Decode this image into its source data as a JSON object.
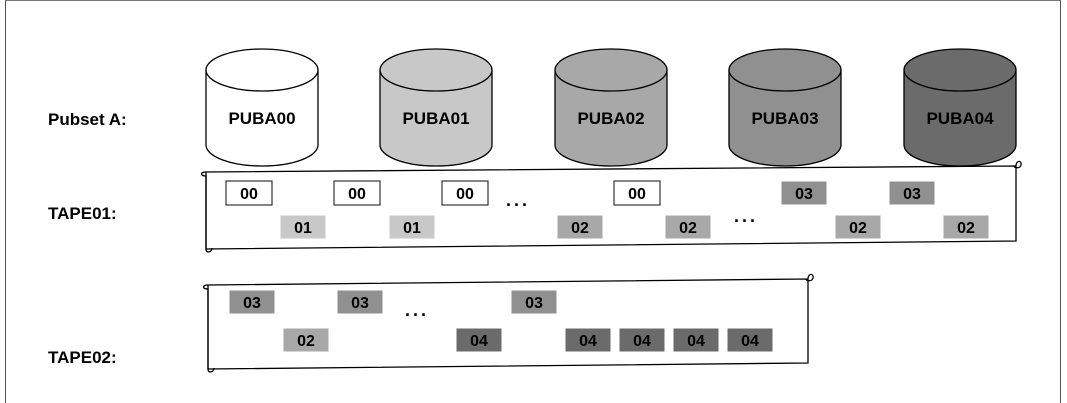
{
  "rows": {
    "pubset_label": "Pubset A:",
    "tape1_label": "TAPE01:",
    "tape2_label": "TAPE02:"
  },
  "disks": [
    {
      "label": "PUBA00",
      "color": "#ffffff"
    },
    {
      "label": "PUBA01",
      "color": "#c8c8c8"
    },
    {
      "label": "PUBA02",
      "color": "#a8a8a8"
    },
    {
      "label": "PUBA03",
      "color": "#909090"
    },
    {
      "label": "PUBA04",
      "color": "#6b6b6b"
    }
  ],
  "tapes": [
    {
      "name": "TAPE01",
      "blocks": [
        {
          "label": "00",
          "disk": 0,
          "lane": "top"
        },
        {
          "label": "01",
          "disk": 1,
          "lane": "bottom"
        },
        {
          "label": "00",
          "disk": 0,
          "lane": "top"
        },
        {
          "label": "01",
          "disk": 1,
          "lane": "bottom"
        },
        {
          "label": "00",
          "disk": 0,
          "lane": "top"
        },
        {
          "label": "02",
          "disk": 2,
          "lane": "bottom"
        },
        {
          "label": "00",
          "disk": 0,
          "lane": "top"
        },
        {
          "label": "02",
          "disk": 2,
          "lane": "bottom"
        },
        {
          "label": "03",
          "disk": 3,
          "lane": "top"
        },
        {
          "label": "02",
          "disk": 2,
          "lane": "bottom"
        },
        {
          "label": "03",
          "disk": 3,
          "lane": "top"
        },
        {
          "label": "02",
          "disk": 2,
          "lane": "bottom"
        }
      ],
      "ellipses": [
        "...",
        "..."
      ]
    },
    {
      "name": "TAPE02",
      "blocks": [
        {
          "label": "03",
          "disk": 3,
          "lane": "top"
        },
        {
          "label": "02",
          "disk": 2,
          "lane": "bottom"
        },
        {
          "label": "03",
          "disk": 3,
          "lane": "top"
        },
        {
          "label": "04",
          "disk": 4,
          "lane": "bottom"
        },
        {
          "label": "03",
          "disk": 3,
          "lane": "top"
        },
        {
          "label": "04",
          "disk": 4,
          "lane": "bottom"
        },
        {
          "label": "04",
          "disk": 4,
          "lane": "bottom"
        },
        {
          "label": "04",
          "disk": 4,
          "lane": "bottom"
        },
        {
          "label": "04",
          "disk": 4,
          "lane": "bottom"
        }
      ],
      "ellipses": [
        "..."
      ]
    }
  ]
}
